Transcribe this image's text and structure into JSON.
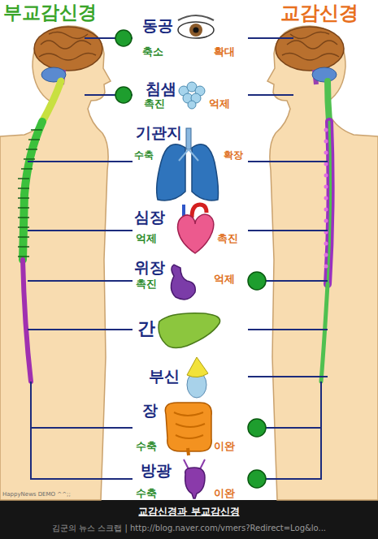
{
  "diagram": {
    "caption": "교감신경과 부교감신경",
    "nodes": [
      {
        "text": [
          "부교감신경"
        ]
      },
      {
        "text": [
          "교감신경"
        ]
      },
      {
        "text": [
          "동공",
          "축소",
          "확대"
        ]
      },
      {
        "text": [
          "침샘",
          "촉진",
          "억제"
        ]
      },
      {
        "text": [
          "기관지",
          "수축",
          "확장"
        ]
      },
      {
        "text": [
          "심장",
          "억제",
          "촉진"
        ]
      },
      {
        "text": [
          "위장",
          "촉진",
          "억제"
        ]
      },
      {
        "text": [
          "간"
        ]
      },
      {
        "text": [
          "부신"
        ]
      },
      {
        "text": [
          "장",
          "수축",
          "이완"
        ]
      },
      {
        "text": [
          "방광",
          "수축",
          "이완"
        ]
      }
    ],
    "edges": [
      {
        "from": 0,
        "to": 2,
        "arrow": "none"
      },
      {
        "from": 0,
        "to": 3,
        "arrow": "none"
      },
      {
        "from": 0,
        "to": 4,
        "arrow": "none"
      },
      {
        "from": 0,
        "to": 5,
        "arrow": "none"
      },
      {
        "from": 0,
        "to": 6,
        "arrow": "none"
      },
      {
        "from": 0,
        "to": 7,
        "arrow": "none"
      },
      {
        "from": 0,
        "to": 9,
        "arrow": "none"
      },
      {
        "from": 0,
        "to": 10,
        "arrow": "none"
      },
      {
        "from": 1,
        "to": 2,
        "arrow": "none"
      },
      {
        "from": 1,
        "to": 3,
        "arrow": "none"
      },
      {
        "from": 1,
        "to": 4,
        "arrow": "none"
      },
      {
        "from": 1,
        "to": 5,
        "arrow": "none"
      },
      {
        "from": 1,
        "to": 6,
        "arrow": "none"
      },
      {
        "from": 1,
        "to": 7,
        "arrow": "none"
      },
      {
        "from": 1,
        "to": 8,
        "arrow": "none"
      },
      {
        "from": 1,
        "to": 9,
        "arrow": "none"
      },
      {
        "from": 1,
        "to": 10,
        "arrow": "none"
      }
    ],
    "labels": [
      "HappyNews DEMO ^^;;",
      "김군의 뉴스 스크랩 | http://blog.naver.com/vmers?Redirect=Log&lo..."
    ]
  }
}
